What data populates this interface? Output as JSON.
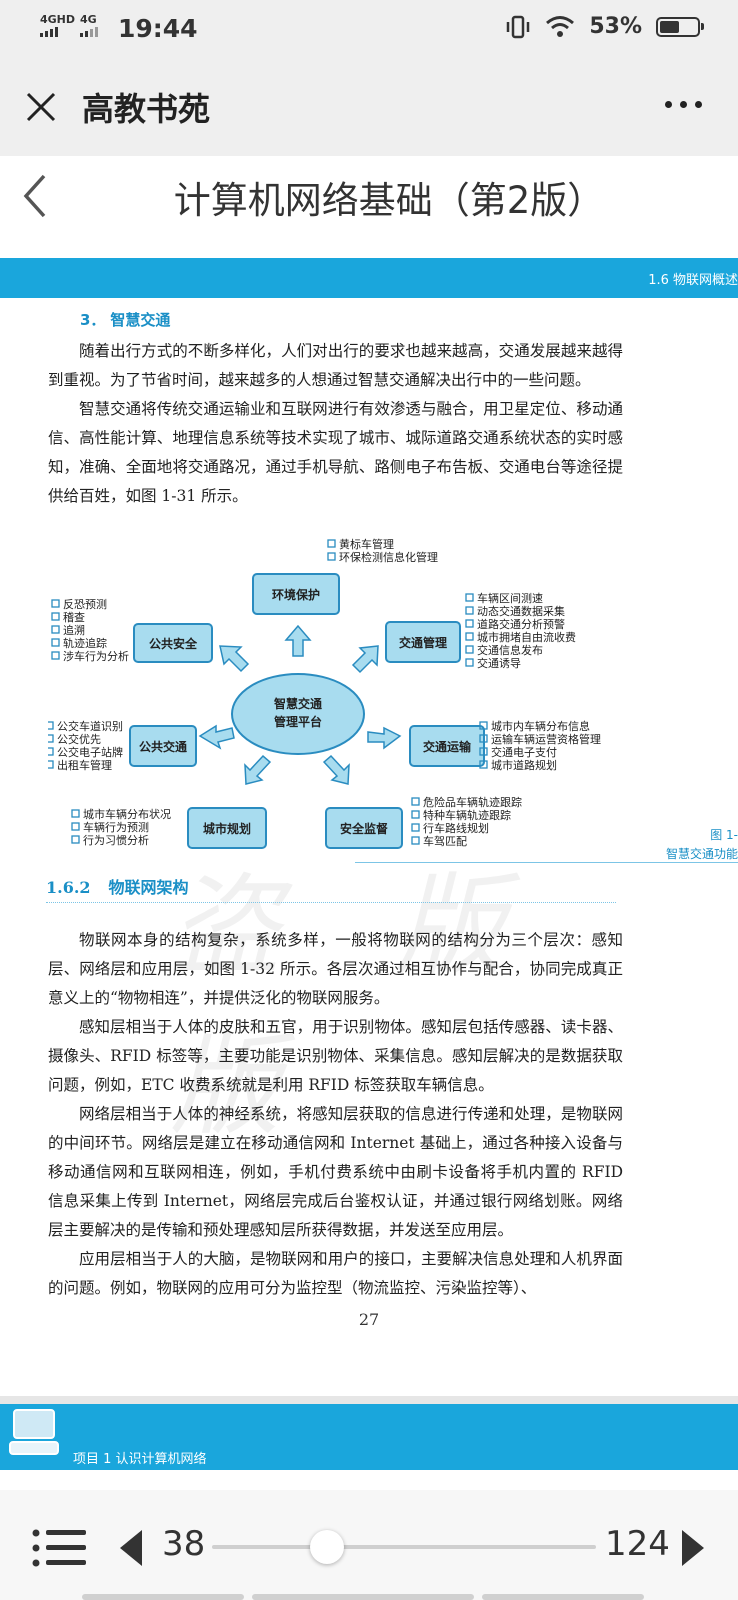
{
  "status_bar": {
    "sim1": "4GHD",
    "sim2": "4G",
    "time": "19:44",
    "battery_percent": "53%",
    "battery_level": 0.53
  },
  "app_bar": {
    "title": "高教书苑"
  },
  "book": {
    "title": "计算机网络基础（第2版）"
  },
  "page": {
    "chapter_header": "1.6   物联网概述",
    "section3_number": "3．",
    "section3_title": "智慧交通",
    "para1": "随着出行方式的不断多样化，人们对出行的要求也越来越高，交通发展越来越得到重视。为了节省时间，越来越多的人想通过智慧交通解决出行中的一些问题。",
    "para2": "智慧交通将传统交通运输业和互联网进行有效渗透与融合，用卫星定位、移动通信、高性能计算、地理信息系统等技术实现了城市、城际道路交通系统状态的实时感知，准确、全面地将交通路况，通过手机导航、路侧电子布告板、交通电台等途径提供给百姓，如图 1-31 所示。",
    "figure_caption_num": "图 1-",
    "figure_caption_title": "智慧交通功能",
    "section_162_number": "1.6.2",
    "section_162_title": "物联网架构",
    "para3": "物联网本身的结构复杂，系统多样，一般将物联网的结构分为三个层次：感知层、网络层和应用层，如图 1-32 所示。各层次通过相互协作与配合，协同完成真正意义上的“物物相连”，并提供泛化的物联网服务。",
    "para4": "感知层相当于人体的皮肤和五官，用于识别物体。感知层包括传感器、读卡器、摄像头、RFID 标签等，主要功能是识别物体、采集信息。感知层解决的是数据获取问题，例如，ETC 收费系统就是利用 RFID 标签获取车辆信息。",
    "para5": "网络层相当于人体的神经系统，将感知层获取的信息进行传递和处理，是物联网的中间环节。网络层是建立在移动通信网和 Internet 基础上，通过各种接入设备与移动通信网和互联网相连，例如，手机付费系统中由刷卡设备将手机内置的 RFID 信息采集上传到 Internet，网络层完成后台鉴权认证，并通过银行网络划账。网络层主要解决的是传输和预处理感知层所获得数据，并发送至应用层。",
    "para6": "应用层相当于人的大脑，是物联网和用户的接口，主要解决信息处理和人机界面的问题。例如，物联网的应用可分为监控型（物流监控、污染监控等）、",
    "page_number": "27",
    "watermark": "盗 版 版",
    "next_page_chapter": "项目 1   认识计算机网络"
  },
  "diagram": {
    "center": [
      "智慧交通",
      "管理平台"
    ],
    "nodes": {
      "env": {
        "label": "环境保护",
        "items": [
          "黄标车管理",
          "环保检测信息化管理"
        ]
      },
      "security": {
        "label": "公共安全",
        "items": [
          "反恐预测",
          "稽查",
          "追溯",
          "轨迹追踪",
          "涉车行为分析"
        ]
      },
      "traffic_mgmt": {
        "label": "交通管理",
        "items": [
          "车辆区间测速",
          "动态交通数据采集",
          "道路交通分析预警",
          "城市拥堵自由流收费",
          "交通信息发布",
          "交通诱导"
        ]
      },
      "public_transport": {
        "label": "公共交通",
        "items": [
          "公交车道识别",
          "公交优先",
          "公交电子站牌",
          "出租车管理"
        ]
      },
      "transport": {
        "label": "交通运输",
        "items": [
          "城市内车辆分布信息",
          "运输车辆运营资格管理",
          "交通电子支付",
          "城市道路规划"
        ]
      },
      "city_planning": {
        "label": "城市规划",
        "items": [
          "城市车辆分布状况",
          "车辆行为预测",
          "行为习惯分析"
        ]
      },
      "safety": {
        "label": "安全监督",
        "items": [
          "危险品车辆轨迹跟踪",
          "特种车辆轨迹跟踪",
          "行车路线规划",
          "车驾匹配"
        ]
      }
    }
  },
  "reader": {
    "current_page": "38",
    "total_pages": "124",
    "progress": 0.3
  },
  "colors": {
    "accent": "#1aa6dc",
    "diagram_box": "#a8dcef",
    "diagram_border": "#2a8cc0",
    "bar_bg": "#efefef"
  }
}
